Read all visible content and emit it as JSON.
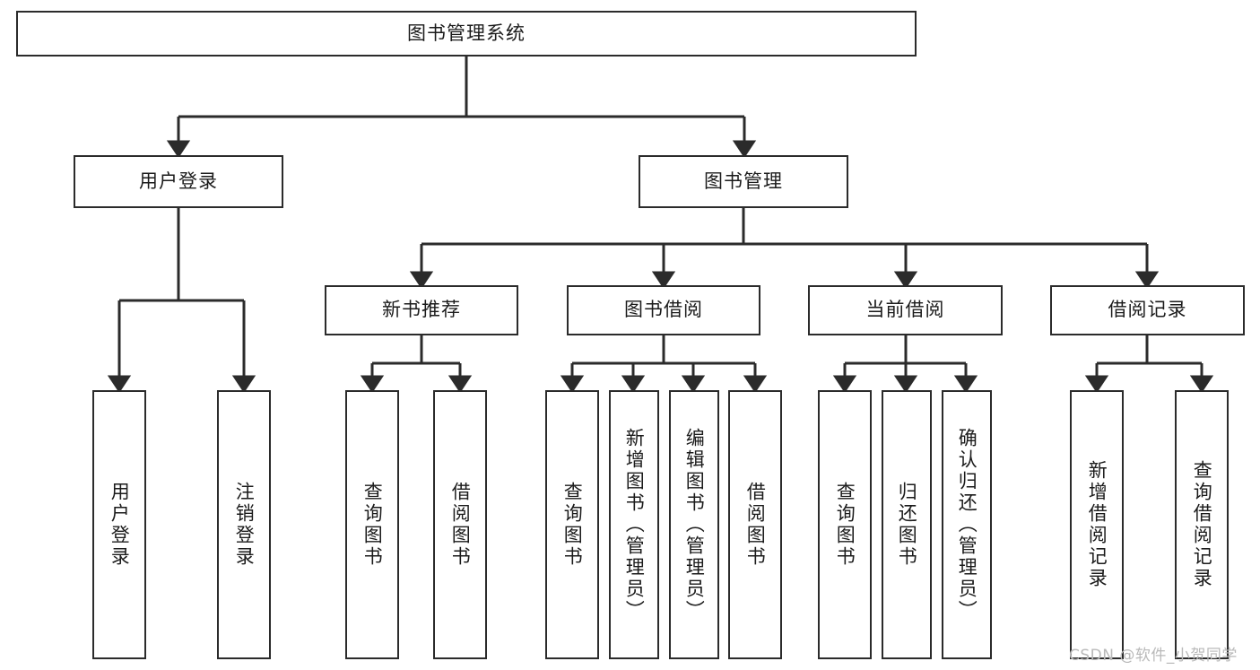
{
  "diagram": {
    "type": "tree",
    "title": "图书管理系统",
    "watermark": "CSDN @软件_小贺同学",
    "colors": {
      "stroke": "#2b2b2b",
      "fill": "#ffffff",
      "text": "#1b1b1b",
      "watermark": "#b9b9b9"
    },
    "nodes": {
      "root": "图书管理系统",
      "user_login": "用户登录",
      "book_manage": "图书管理",
      "new_book_rec": "新书推荐",
      "book_borrow": "图书借阅",
      "current_borrow": "当前借阅",
      "borrow_record": "借阅记录",
      "leaf_user_login": "用户登录",
      "leaf_logout": "注销登录",
      "leaf_query_book_1": "查询图书",
      "leaf_borrow_book_1": "借阅图书",
      "leaf_query_book_2": "查询图书",
      "leaf_add_book": "新增图书（管理员）",
      "leaf_edit_book": "编辑图书（管理员）",
      "leaf_borrow_book_2": "借阅图书",
      "leaf_query_book_3": "查询图书",
      "leaf_return_book": "归还图书",
      "leaf_confirm_return": "确认归还（管理员）",
      "leaf_add_record": "新增借阅记录",
      "leaf_query_record": "查询借阅记录"
    },
    "hierarchy": [
      {
        "label": "图书管理系统",
        "children": [
          {
            "label": "用户登录",
            "children": [
              {
                "label": "用户登录"
              },
              {
                "label": "注销登录"
              }
            ]
          },
          {
            "label": "图书管理",
            "children": [
              {
                "label": "新书推荐",
                "children": [
                  {
                    "label": "查询图书"
                  },
                  {
                    "label": "借阅图书"
                  }
                ]
              },
              {
                "label": "图书借阅",
                "children": [
                  {
                    "label": "查询图书"
                  },
                  {
                    "label": "新增图书（管理员）"
                  },
                  {
                    "label": "编辑图书（管理员）"
                  },
                  {
                    "label": "借阅图书"
                  }
                ]
              },
              {
                "label": "当前借阅",
                "children": [
                  {
                    "label": "查询图书"
                  },
                  {
                    "label": "归还图书"
                  },
                  {
                    "label": "确认归还（管理员）"
                  }
                ]
              },
              {
                "label": "借阅记录",
                "children": [
                  {
                    "label": "新增借阅记录"
                  },
                  {
                    "label": "查询借阅记录"
                  }
                ]
              }
            ]
          }
        ]
      }
    ]
  }
}
